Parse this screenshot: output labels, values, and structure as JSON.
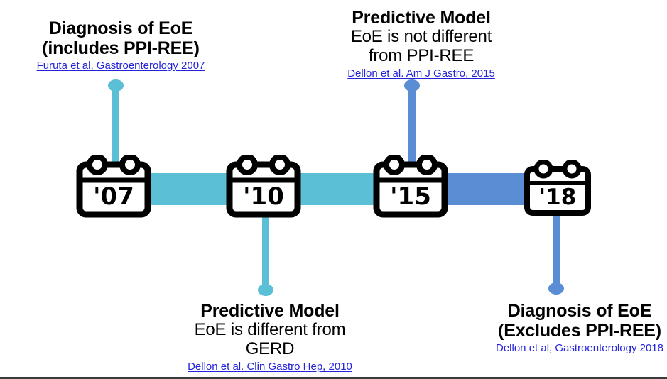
{
  "diagram": {
    "type": "timeline",
    "orientation": "horizontal",
    "milestones": [
      {
        "id": "2007",
        "year_label": "'07",
        "year": 2007,
        "side": "top",
        "accent_color": "#5BBFD6",
        "title": "Diagnosis of EoE",
        "title_line2": "(includes PPI-REE)",
        "subtitle": "",
        "subtitle_line2": "",
        "citation": "Furuta et al, Gastroenterology 2007"
      },
      {
        "id": "2010",
        "year_label": "'10",
        "year": 2010,
        "side": "bottom",
        "accent_color": "#5BBFD6",
        "title": "Predictive Model",
        "title_line2": "",
        "subtitle": "EoE is different from",
        "subtitle_line2": "GERD",
        "citation": "Dellon et al. Clin Gastro Hep, 2010"
      },
      {
        "id": "2015",
        "year_label": "'15",
        "year": 2015,
        "side": "top",
        "accent_color": "#5B8DD4",
        "title": "Predictive Model",
        "title_line2": "",
        "subtitle": "EoE is not different",
        "subtitle_line2": "from PPI-REE",
        "citation": "Dellon et al. Am J Gastro, 2015"
      },
      {
        "id": "2018",
        "year_label": "'18",
        "year": 2018,
        "side": "bottom",
        "accent_color": "#5B8DD4",
        "title": "Diagnosis of EoE",
        "title_line2": "(Excludes PPI-REE)",
        "subtitle": "",
        "subtitle_line2": "",
        "citation": "Dellon et al, Gastroenterology 2018"
      }
    ],
    "connectors": [
      {
        "id": "bar-1",
        "from": "2007",
        "to": "2010",
        "color": "#5BBFD6"
      },
      {
        "id": "bar-2",
        "from": "2010",
        "to": "2015",
        "color": "#5BBFD6"
      },
      {
        "id": "bar-3",
        "from": "2015",
        "to": "2018",
        "color": "#5B8DD4"
      }
    ],
    "colors": {
      "cyan": "#5BBFD6",
      "blue": "#5B8DD4",
      "text": "#000000",
      "citation_link": "#2323DC",
      "icon_outline": "#000000",
      "background": "#FFFFFF",
      "rule": "#3A3A3A"
    },
    "icons": {
      "calendar": "calendar-icon"
    }
  }
}
